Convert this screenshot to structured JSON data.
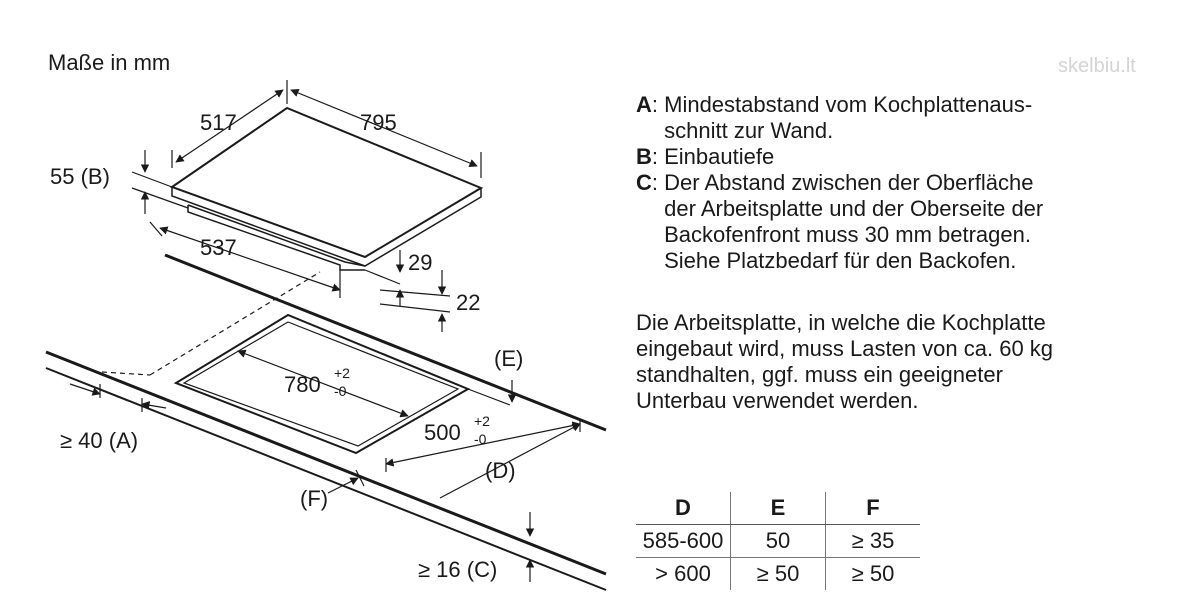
{
  "units_label": "Maße in mm",
  "watermark": "skelbiu.lt",
  "dimensions": {
    "hob_depth": "517",
    "hob_width": "795",
    "build_in_depth": "55 (B)",
    "depth_below": "537",
    "frame_height": "29",
    "frame_gap": "22",
    "cutout_width": "780",
    "cutout_width_tol_plus": "+2",
    "cutout_width_tol_minus": "-0",
    "cutout_depth": "500",
    "cutout_depth_tol_plus": "+2",
    "cutout_depth_tol_minus": "-0",
    "label_e": "(E)",
    "label_d": "(D)",
    "label_f": "(F)",
    "min_wall": "≥ 40 (A)",
    "min_oven": "≥ 16 (C)"
  },
  "legend": [
    {
      "key": "A",
      "text": "Mindestabstand vom Kochplattenaus-\nschnitt zur Wand."
    },
    {
      "key": "B",
      "text": "Einbautiefe"
    },
    {
      "key": "C",
      "text": "Der Abstand zwischen der Oberfläche\nder Arbeitsplatte und der Oberseite der\nBackofenfront muss 30 mm betragen.\nSiehe Platzbedarf für den Backofen."
    }
  ],
  "note": "Die Arbeitsplatte, in welche die Kochplatte\neingebaut wird, muss Lasten von ca. 60 kg\nstandhalten, ggf. muss ein geeigneter\nUnterbau verwendet werden.",
  "table": {
    "headers": [
      "D",
      "E",
      "F"
    ],
    "rows": [
      [
        "585-600",
        "50",
        "≥ 35"
      ],
      [
        "> 600",
        "≥ 50",
        "≥ 50"
      ]
    ]
  }
}
